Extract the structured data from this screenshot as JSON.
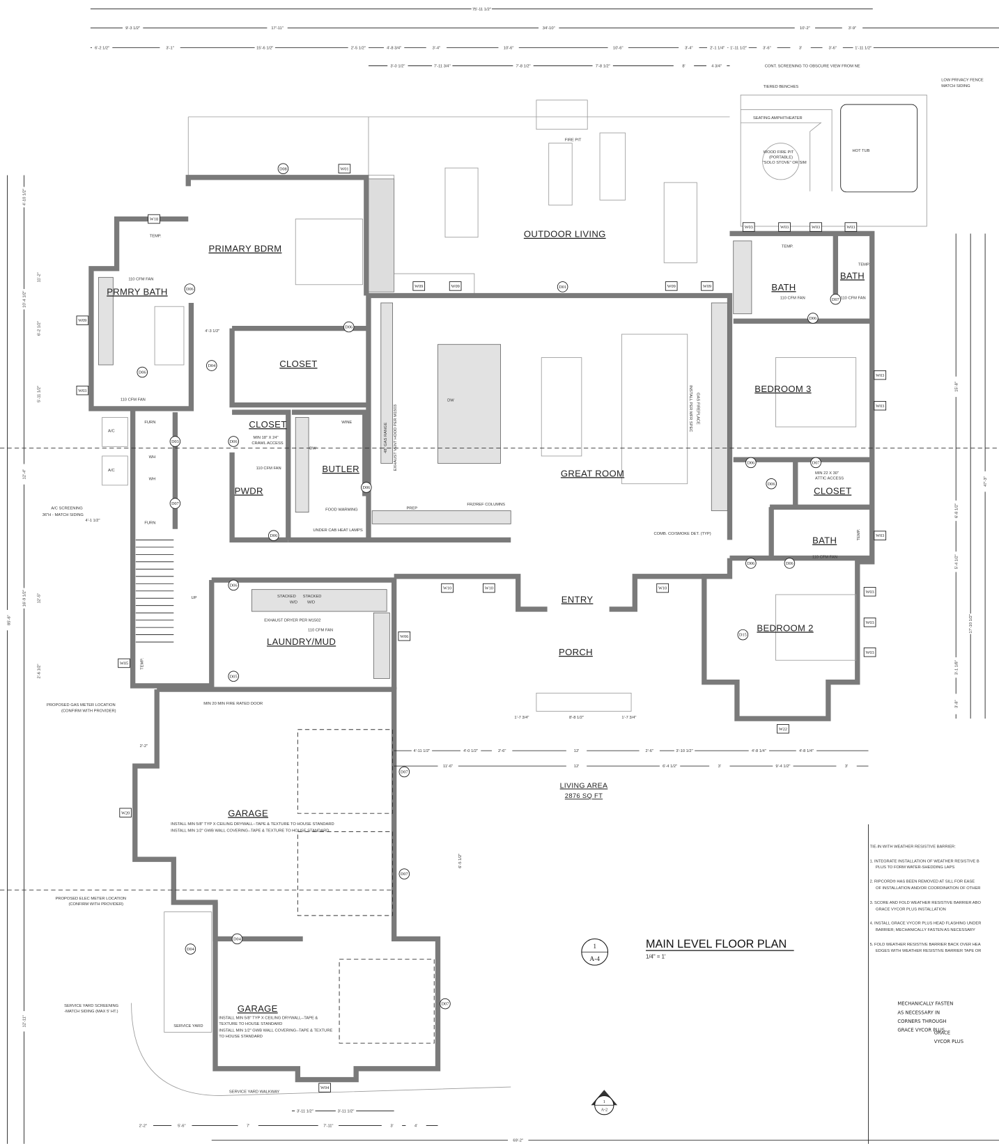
{
  "title_block": {
    "drawing_number": "1",
    "sheet": "A-4",
    "title": "MAIN LEVEL FLOOR PLAN",
    "scale": "1/4\" = 1'"
  },
  "section_marker": {
    "number": "1",
    "sheet": "A-2"
  },
  "living_area": {
    "label": "LIVING AREA",
    "value": "2876 SQ FT"
  },
  "rooms": [
    "PRIMARY BDRM",
    "PRMRY BATH",
    "CLOSET",
    "CLOSET",
    "PWDR",
    "BUTLER",
    "GREAT ROOM",
    "OUTDOOR LIVING",
    "BEDROOM 3",
    "BATH",
    "BATH",
    "CLOSET",
    "BATH",
    "BEDROOM 2",
    "ENTRY",
    "PORCH",
    "LAUNDRY/MUD",
    "GARAGE",
    "GARAGE"
  ],
  "notes": [
    "CONT. SCREENING TO OBSCURE VIEW FROM NE",
    "TIERED BENCHES",
    "LOW PRIVACY FENCE",
    "MATCH SIDING",
    "SEATING AMPHITHEATER",
    "WOOD FIRE PIT",
    "(PORTABLE)",
    "\"SOLO STOVE\" OR SIM",
    "HOT TUB",
    "FIRE PIT",
    "TEMP.",
    "110 CFM FAN",
    "110 CFM FAN",
    "A/C",
    "A/C",
    "FURN",
    "FURN",
    "WH",
    "WH",
    "A/C SCREENING",
    "36\"H - MATCH SIDING",
    "MIN 18\" X 24\"",
    "CRAWL ACCESS",
    "110 CFM FAN",
    "WINE",
    "DW",
    "FOOD WARMING",
    "UNDER CAB HEAT LAMPS",
    "PREP",
    "FRZ/REF COLUMNS",
    "48\" GAS RANGE",
    "EXHAUST VENT HOOD PER M1503",
    "DW",
    "GAS FIREPLACE",
    "INSTALL PER MFR SPEC",
    "COMB. CO/SMOKE DET. (TYP)",
    "TEMP.",
    "TEMP.",
    "110 CFM FAN",
    "110 CFM FAN",
    "MIN 22 X 30\"",
    "ATTIC ACCESS",
    "TEMP.",
    "110 CFM FAN",
    "STACKED",
    "W/D",
    "STACKED",
    "W/D",
    "EXHAUST DRYER PER M1502",
    "110 CFM FAN",
    "UP",
    "TEMP.",
    "MIN 20 MIN FIRE RATED DOOR",
    "PROPOSED GAS METER LOCATION",
    "(CONFIRM WITH PROVIDER)",
    "INSTALL MIN 5/8\" TYP X CEILING DRYWALL--TAPE & TEXTURE TO HOUSE STANDARD",
    "INSTALL MIN 1/2\" GWB WALL COVERING--TAPE & TEXTURE TO HOUSE STANDARD",
    "PROPOSED ELEC METER LOCATION",
    "(CONFIRM WITH PROVIDER)",
    "INSTALL MIN 5/8\" TYP X CEILING DRYWALL--TAPE &",
    "TEXTURE TO HOUSE STANDARD",
    "INSTALL MIN 1/2\" GWB WALL COVERING--TAPE & TEXTURE",
    "TO HOUSE STANDARD",
    "SERVICE YARD",
    "SERVICE YARD SCREENING",
    "-MATCH SIDING (MAX 5' HT.)",
    "SERVICE YARD WALKWAY"
  ],
  "weather_barrier_notes": [
    "TIE-IN WITH WEATHER RESISTIVE BARRIER:",
    "1. INTEGRATE INSTALLATION OF WEATHER RESISTIVE B",
    "PLUS TO FORM WATER-SHEDDING LAPS",
    "2. RIPCORD® HAS BEEN REMOVED AT SILL FOR EASE",
    "OF INSTALLATION AND/OR COORDINATION OF OTHER",
    "3. SCORE AND FOLD WEATHER RESISTIVE BARRIER ABO",
    "GRACE VYCOR PLUS INSTALLATION",
    "4. INSTALL GRACE VYCOR PLUS HEAD FLASHING UNDER",
    "BARRIER; MECHANICALLY FASTEN AS NECESSARY",
    "5. FOLD WEATHER RESISTIVE BARRIER BACK OVER HEA",
    "EDGES WITH WEATHER RESISTIVE BARRIER TAPE OR",
    "MECHANICALLY FASTEN",
    "AS NECESSARY IN",
    "CORNERS THROUGH",
    "GRACE VYCOR PLUS",
    "GRACE",
    "VYCOR PLUS"
  ],
  "door_tags": [
    "D08",
    "D06",
    "D06",
    "D04",
    "D06",
    "D03",
    "D06",
    "D07",
    "D06",
    "D06",
    "D06",
    "D05",
    "D07",
    "D07",
    "D04",
    "D04",
    "D07",
    "D01",
    "D06",
    "D07",
    "D06",
    "D07",
    "D06",
    "D06",
    "D06",
    "D15"
  ],
  "window_tags": [
    "W01",
    "W18",
    "W09",
    "W03",
    "W05",
    "W20",
    "W04",
    "W09",
    "W09",
    "W09",
    "W09",
    "W03",
    "W03",
    "W03",
    "W03",
    "W03",
    "W03",
    "W03",
    "W03",
    "W03",
    "W03",
    "W10",
    "W10",
    "W10",
    "W06",
    "W22"
  ],
  "dimensions": [
    "75'-11 1/2\"",
    "9'-3 1/2\"",
    "17'-11\"",
    "34'-10\"",
    "10'-2\"",
    "3'-9\"",
    "6'-2 1/2\"",
    "3'-1\"",
    "15'-6 1/2\"",
    "2'-5 1/2\"",
    "4'-8 3/4\"",
    "3'-4\"",
    "10'-6\"",
    "10'-6\"",
    "3'-4\"",
    "2'-1 1/4\"",
    "1'-11 1/2\"",
    "3'-6\"",
    "3'",
    "3'-6\"",
    "1'-11 1/2\"",
    "3'-0 1/2\"",
    "7'-11 3/4\"",
    "7'-8 1/2\"",
    "7'-8 1/2\"",
    "8'",
    "4 3/4\"",
    "4'-11 1/2\"",
    "4'-0 1/2\"",
    "2'-6\"",
    "12'",
    "2'-6\"",
    "3'-10 1/2\"",
    "4'-8 1/4\"",
    "4'-8 1/4\"",
    "11'-6\"",
    "12'",
    "6'-4 1/2\"",
    "3'",
    "9'-4 1/2\"",
    "3'",
    "1'-7 3/4\"",
    "8'-8 1/2\"",
    "1'-7 3/4\"",
    "2'-2\"",
    "5'-6\"",
    "7'",
    "7'-11\"",
    "3'",
    "4'",
    "3'-11 1/2\"",
    "3'-11 1/2\"",
    "69'-2\"",
    "2'-2\"",
    "4'-1 1/2\"",
    "4'-3 1/2\"",
    "4'-10 1/2\"",
    "11'-2\"",
    "10'-4 1/2\"",
    "6'-2 1/2\"",
    "5'-11 1/2\"",
    "12'-4\"",
    "85'-6\"",
    "16'-9 1/2\"",
    "12'-5\"",
    "2'-6 1/2\"",
    "12'-11\"",
    "6'-5 1/2\"",
    "47'-3\"",
    "17'-10 1/2\"",
    "15'-8\"",
    "6'-8 1/2\"",
    "5'-4 1/2\"",
    "3'-1 1/8\"",
    "3'-8\""
  ],
  "colors": {
    "wall": "#7a7a7a",
    "counter": "#e2e2e2",
    "line": "#111111"
  }
}
